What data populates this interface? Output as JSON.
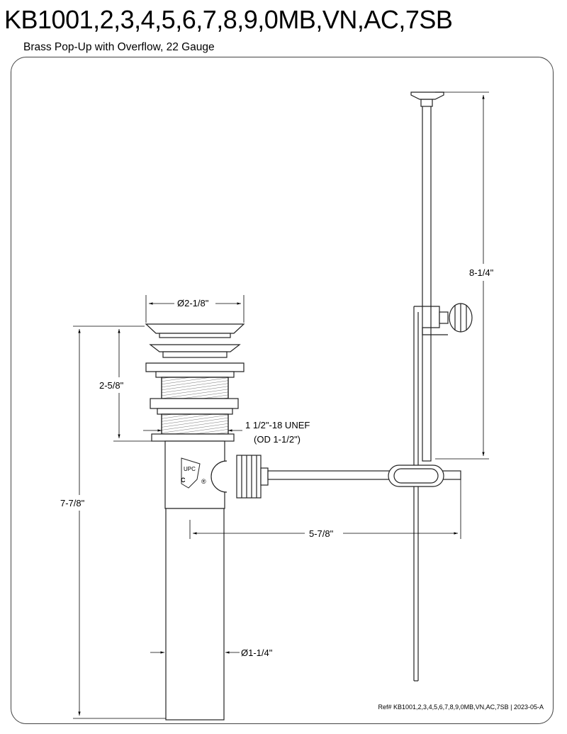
{
  "header": {
    "title": "KB1001,2,3,4,5,6,7,8,9,0MB,VN,AC,7SB",
    "subtitle": "Brass Pop-Up with Overflow, 22 Gauge"
  },
  "dimensions": {
    "cap_diameter": "Ø2-1/8\"",
    "upper_height": "2-5/8\"",
    "overall_height": "7-7/8\"",
    "thread_spec_line1": "1 1/2\"-18 UNEF",
    "thread_spec_line2": "(OD 1-1/2\")",
    "horizontal_rod": "5-7/8\"",
    "lift_rod": "8-1/4\"",
    "tailpiece_diameter": "Ø1-1/4\""
  },
  "badge": {
    "mark": "UPC",
    "left_letter": "C",
    "right_mark": "®"
  },
  "footer": {
    "reference": "Ref# KB1001,2,3,4,5,6,7,8,9,0MB,VN,AC,7SB | 2023-05-A"
  }
}
